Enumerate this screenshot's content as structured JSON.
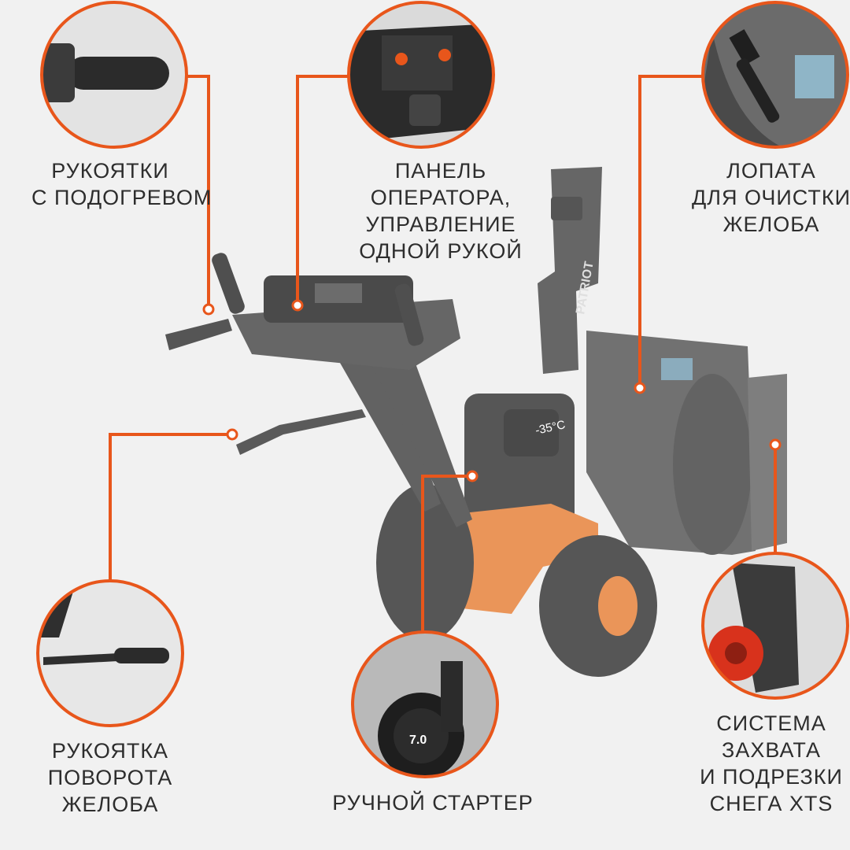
{
  "callouts": {
    "heated_handles": {
      "lines": [
        "РУКОЯТКИ",
        "С ПОДОГРЕВОМ"
      ]
    },
    "operator_panel": {
      "lines": [
        "ПАНЕЛЬ",
        "ОПЕРАТОРА,",
        "УПРАВЛЕНИЕ",
        "ОДНОЙ РУКОЙ"
      ]
    },
    "chute_shovel": {
      "lines": [
        "ЛОПАТА",
        "ДЛЯ ОЧИСТКИ",
        "ЖЕЛОБА"
      ]
    },
    "chute_rotation": {
      "lines": [
        "РУКОЯТКА",
        "ПОВОРОТА",
        "ЖЕЛОБА"
      ]
    },
    "manual_starter": {
      "lines": [
        "РУЧНОЙ СТАРТЕР"
      ]
    },
    "xts_system": {
      "lines": [
        "СИСТЕМА",
        "ЗАХВАТА",
        "И ПОДРЕЗКИ",
        "СНЕГА XTS"
      ]
    }
  },
  "product": {
    "brand": "PATRIOT",
    "temperature_badge": "-35°C",
    "engine_badge": "7.0"
  },
  "colors": {
    "accent": "#e8561b",
    "machine_body": "#5b5b5b",
    "machine_dark": "#3a3a3a",
    "machine_orange": "#e9853f",
    "background": "#f1f1f1"
  }
}
